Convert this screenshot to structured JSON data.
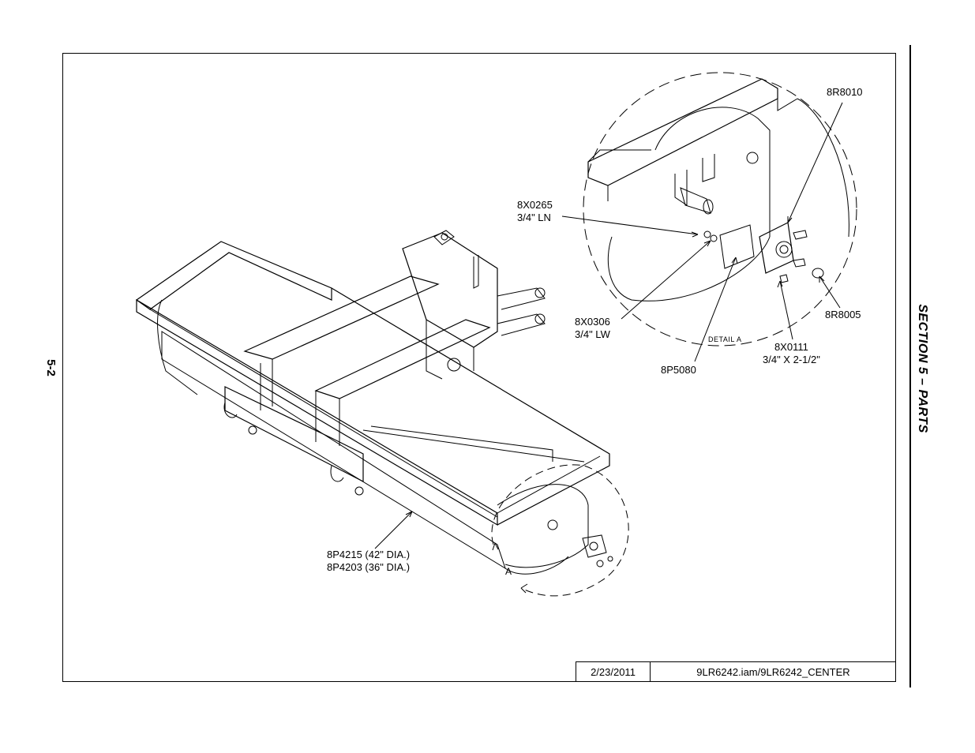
{
  "page": {
    "page_number": "5-2",
    "section_title": "SECTION 5 – PARTS"
  },
  "title_block": {
    "date": "2/23/2011",
    "file": "9LR6242.iam/9LR6242_CENTER"
  },
  "callouts": {
    "nut": {
      "part": "8X0265",
      "desc": "3/4\" LN"
    },
    "bearing": {
      "part": "8R8010"
    },
    "washer": {
      "part": "8X0306",
      "desc": "3/4\" LW"
    },
    "cap": {
      "part": "8R8005"
    },
    "bolt": {
      "part": "8X0111",
      "desc": "3/4\" X 2-1/2\""
    },
    "plate": {
      "part": "8P5080"
    },
    "drum": {
      "part_42": "8P4215 (42\" DIA.)",
      "part_36": "8P4203 (36\" DIA.)"
    }
  },
  "detail": {
    "label": "DETAIL  A",
    "marker": "A"
  }
}
